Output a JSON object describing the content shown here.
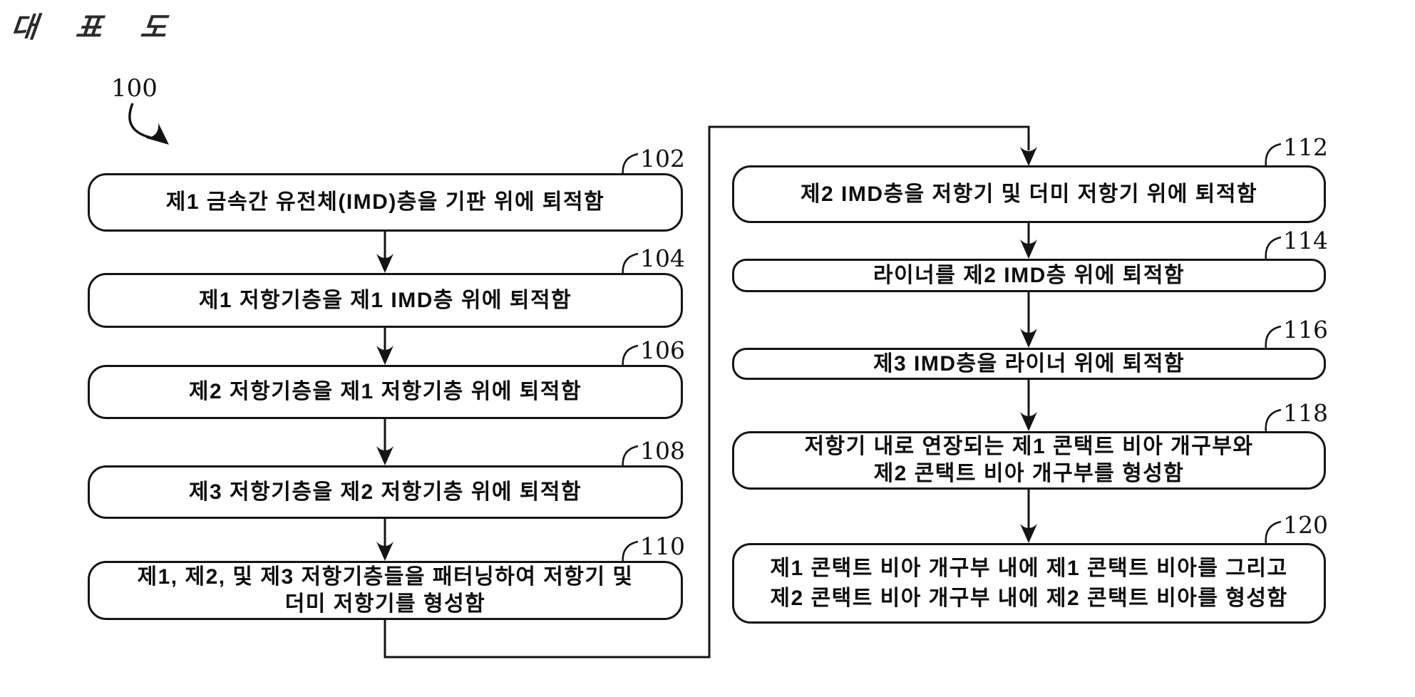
{
  "page": {
    "title": "대 표 도",
    "background_color": "#ffffff",
    "ink_color": "#111111"
  },
  "diagram": {
    "type": "flowchart",
    "root_ref": "100"
  },
  "steps": {
    "left": [
      {
        "ref": "102",
        "lines": [
          "제1 금속간 유전체(IMD)층을 기판 위에 퇴적함"
        ]
      },
      {
        "ref": "104",
        "lines": [
          "제1 저항기층을 제1 IMD층 위에 퇴적함"
        ]
      },
      {
        "ref": "106",
        "lines": [
          "제2 저항기층을 제1 저항기층 위에 퇴적함"
        ]
      },
      {
        "ref": "108",
        "lines": [
          "제3 저항기층을 제2 저항기층 위에 퇴적함"
        ]
      },
      {
        "ref": "110",
        "lines": [
          "제1, 제2, 및 제3 저항기층들을 패터닝하여 저항기 및",
          "더미 저항기를 형성함"
        ]
      }
    ],
    "right": [
      {
        "ref": "112",
        "lines": [
          "제2 IMD층을 저항기 및 더미 저항기 위에 퇴적함"
        ]
      },
      {
        "ref": "114",
        "lines": [
          "라이너를 제2 IMD층 위에 퇴적함"
        ]
      },
      {
        "ref": "116",
        "lines": [
          "제3 IMD층을 라이너 위에 퇴적함"
        ]
      },
      {
        "ref": "118",
        "lines": [
          "저항기 내로 연장되는 제1 콘택트 비아 개구부와",
          "제2 콘택트 비아 개구부를 형성함"
        ]
      },
      {
        "ref": "120",
        "lines": [
          "제1 콘택트 비아 개구부 내에 제1 콘택트 비아를 그리고",
          "제2 콘택트 비아 개구부 내에 제2 콘택트 비아를 형성함"
        ]
      }
    ]
  }
}
